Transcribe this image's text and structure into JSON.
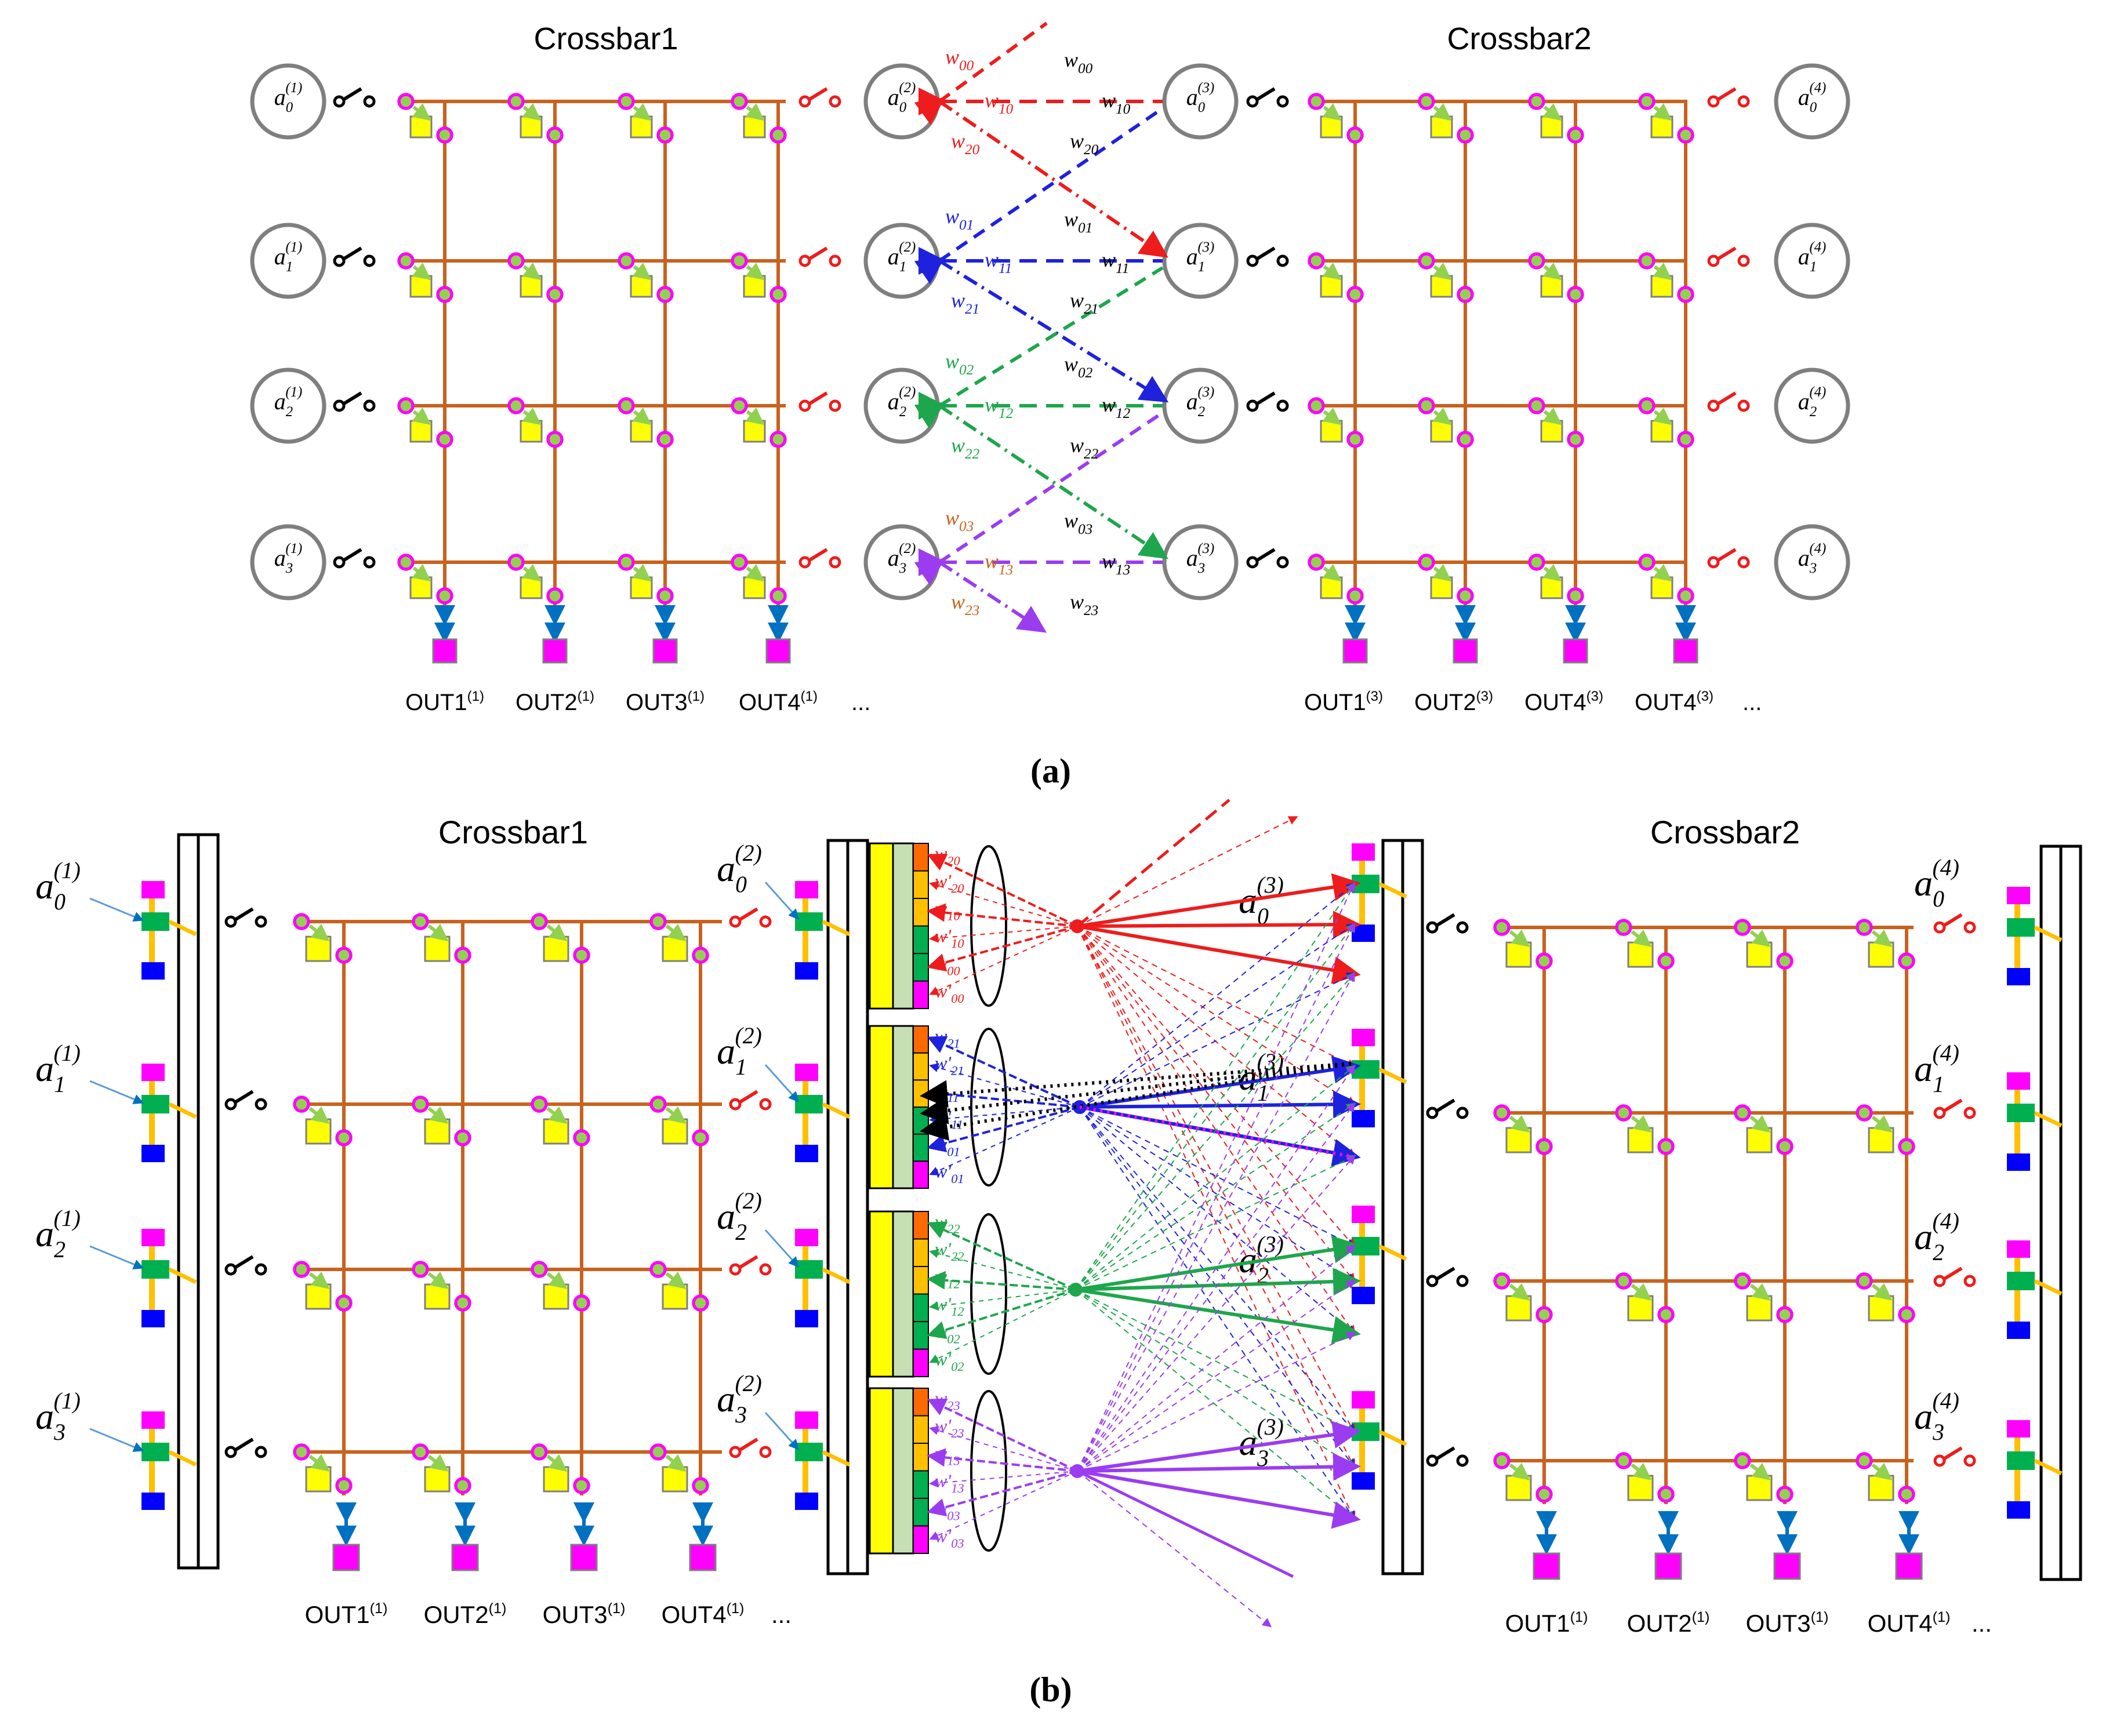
{
  "panel_a": {
    "label": "(a)",
    "crossbar1_title": "Crossbar1",
    "crossbar2_title": "Crossbar2",
    "layer1_nodes": [
      "a_0^(1)",
      "a_1^(1)",
      "a_2^(1)",
      "a_3^(1)"
    ],
    "layer2_nodes": [
      "a_0^(2)",
      "a_1^(2)",
      "a_2^(2)",
      "a_3^(2)"
    ],
    "layer3_nodes": [
      "a_0^(3)",
      "a_1^(3)",
      "a_2^(3)",
      "a_3^(3)"
    ],
    "layer4_nodes": [
      "a_0^(4)",
      "a_1^(4)",
      "a_2^(4)",
      "a_3^(4)"
    ],
    "outputs_left": [
      "OUT1",
      "OUT2",
      "OUT3",
      "OUT4"
    ],
    "outputs_left_sup": [
      "(1)",
      "(1)",
      "(1)",
      "(1)"
    ],
    "outputs_right": [
      "OUT1",
      "OUT2",
      "OUT4",
      "OUT4"
    ],
    "outputs_right_sup": [
      "(3)",
      "(3)",
      "(3)",
      "(3)"
    ],
    "ellipsis": "...",
    "weight_groups": [
      {
        "color": "#ee1c1c",
        "labels": [
          "w00",
          "w10",
          "w20"
        ]
      },
      {
        "color": "#1e22dc",
        "labels": [
          "w01",
          "w11",
          "w21"
        ]
      },
      {
        "color": "#1ea64c",
        "labels": [
          "w02",
          "w12",
          "w22"
        ]
      },
      {
        "color": "#c8641e",
        "labels": [
          "w03",
          "w13",
          "w23"
        ]
      }
    ],
    "weight_labels_right": [
      "w00",
      "w10",
      "w20",
      "w01",
      "w11",
      "w21",
      "w02",
      "w12",
      "w22",
      "w03",
      "w13",
      "w23"
    ]
  },
  "panel_b": {
    "label": "(b)",
    "crossbar1_title": "Crossbar1",
    "crossbar2_title": "Crossbar2",
    "layer1_nodes": [
      "a_0^(1)",
      "a_1^(1)",
      "a_2^(1)",
      "a_3^(1)"
    ],
    "layer2_nodes": [
      "a_0^(2)",
      "a_1^(2)",
      "a_2^(2)",
      "a_3^(2)"
    ],
    "layer3_nodes": [
      "a_0^(3)",
      "a_1^(3)",
      "a_2^(3)",
      "a_3^(3)"
    ],
    "layer4_nodes": [
      "a_0^(4)",
      "a_1^(4)",
      "a_2^(4)",
      "a_3^(4)"
    ],
    "outputs_left": [
      "OUT1",
      "OUT2",
      "OUT3",
      "OUT4"
    ],
    "outputs_left_sup": [
      "(1)",
      "(1)",
      "(1)",
      "(1)"
    ],
    "outputs_right": [
      "OUT1",
      "OUT2",
      "OUT3",
      "OUT4"
    ],
    "outputs_right_sup": [
      "(1)",
      "(1)",
      "(1)",
      "(1)"
    ],
    "ellipsis": "...",
    "weight_groups": [
      {
        "color": "#ee1c1c",
        "labels": [
          "w20",
          "w'20",
          "w10",
          "w'10",
          "w00",
          "w'00"
        ]
      },
      {
        "color": "#1e22dc",
        "labels": [
          "w21",
          "w'21",
          "w11",
          "w'11",
          "w01",
          "w'01"
        ]
      },
      {
        "color": "#1ea64c",
        "labels": [
          "w22",
          "w'22",
          "w12",
          "w'12",
          "w02",
          "w'02"
        ]
      },
      {
        "color": "#9b3cf0",
        "labels": [
          "w23",
          "w'23",
          "w13",
          "w'13",
          "w03",
          "w'03"
        ]
      }
    ]
  },
  "colors": {
    "wire": "#c8621e",
    "pad": "#ff00ff",
    "dot_fill": "#92d050",
    "cell": "#ffff00",
    "cell_border": "#7f7f7f",
    "node_border": "#7f7f7f",
    "buffer_green": "#00b050",
    "buffer_blue": "#0000ff",
    "buffer_magenta": "#ff00ff",
    "rail": "#ffc000",
    "io_arrow": "#0070c0",
    "red": "#ee1c1c",
    "blue": "#1e22dc",
    "green": "#1ea64c",
    "purple": "#9b3cf0",
    "orange": "#c8641e"
  }
}
